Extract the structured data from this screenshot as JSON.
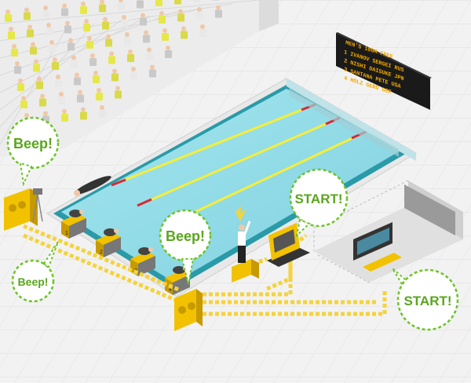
{
  "scoreboard": {
    "title": "MEN'S 100M FREE",
    "rows": [
      {
        "pos": "1",
        "name": "IVANOV SERGEI",
        "country": "RUS"
      },
      {
        "pos": "2",
        "name": "NISHI DAISUKE",
        "country": "JPN"
      },
      {
        "pos": "3",
        "name": "SANTANA PETE",
        "country": "USA"
      },
      {
        "pos": "4",
        "name": "HOLZ GERD",
        "country": "GER"
      }
    ]
  },
  "bubbles": {
    "beep_top_left": "Beep!",
    "beep_bottom_left": "Beep!",
    "beep_center": "Beep!",
    "start_center": "START!",
    "start_right": "START!"
  },
  "lanes": [
    "1",
    "2",
    "3",
    "4"
  ],
  "colors": {
    "bubble_border": "#6cc425",
    "bubble_text": "#5aa51e",
    "signal_line": "#f5d33a",
    "speaker": "#f2c200",
    "water": "#8fdbe7",
    "pool_edge": "#2a9aa8",
    "lane_rope": "#f5ee3a",
    "scoreboard_bg": "#1a1a1a",
    "scoreboard_text": "#f2a800"
  }
}
